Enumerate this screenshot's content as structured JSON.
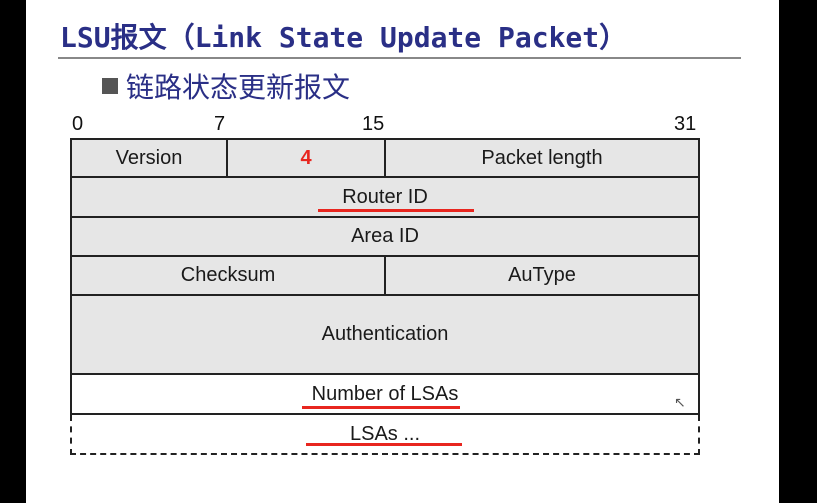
{
  "title": "LSU报文（Link State Update Packet）",
  "subtitle": "链路状态更新报文",
  "bit_positions": [
    "0",
    "7",
    "15",
    "31"
  ],
  "fields": {
    "version": "Version",
    "type_value": "4",
    "packet_length": "Packet length",
    "router_id": "Router ID",
    "area_id": "Area ID",
    "checksum": "Checksum",
    "autype": "AuType",
    "authentication": "Authentication",
    "number_of_lsas": "Number of LSAs",
    "lsas": "LSAs ..."
  },
  "colors": {
    "title": "#2a2f86",
    "highlight": "#e8261f",
    "cell_fill": "#e6e6e6"
  }
}
